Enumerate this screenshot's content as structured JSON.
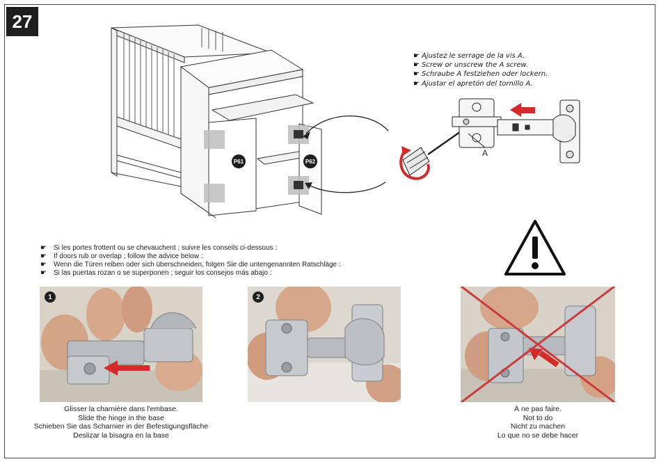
{
  "step": {
    "number": "27"
  },
  "panels": {
    "left": "P61",
    "right": "P62"
  },
  "screw_label": "A",
  "screw_instructions": [
    {
      "text": "Ajustez le serrage de la vis A."
    },
    {
      "text": "Screw or unscrew the A screw."
    },
    {
      "text": "Schraube A festziehen oder lockern."
    },
    {
      "text": "Ajustar el apretón del tornillo A."
    }
  ],
  "advice": [
    {
      "text": "Si les portes frottent ou se chevauchent ; suivre les conseils ci-dessous :"
    },
    {
      "text": "If doors rub or overlap ; follow the advice below :"
    },
    {
      "text": "Wenn die Türen reiben oder sich überschneiden, folgen Sie die untengenannten Ratschläge :"
    },
    {
      "text": "Si las puertas rozan o se superponen ; seguir los consejos más abajo :"
    }
  ],
  "photos": [
    {
      "number": "1"
    },
    {
      "number": "2"
    },
    {
      "number": ""
    }
  ],
  "captions": {
    "correct": [
      {
        "text": "Glisser la charnière dans l'embase."
      },
      {
        "text": "Slide the hinge in the base"
      },
      {
        "text": "Schieben Sie das Scharnier in der Befestigungsfläche"
      },
      {
        "text": "Deslizar la bisagra en la base"
      }
    ],
    "wrong": [
      {
        "text": "À ne pas faire."
      },
      {
        "text": "Not to do"
      },
      {
        "text": "Nicht zu machen"
      },
      {
        "text": "Lo que no se debe hacer"
      }
    ]
  },
  "colors": {
    "arrow_red": "#d42a2a",
    "cross_red": "#cc3b3b",
    "badge": "#1e1e1e"
  }
}
